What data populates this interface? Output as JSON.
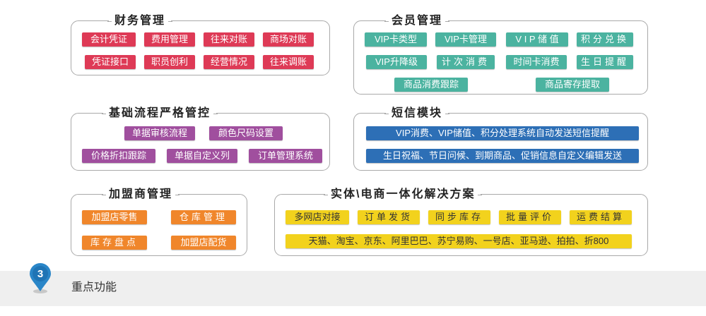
{
  "finance": {
    "title": "财务管理",
    "items": [
      "会计凭证",
      "费用管理",
      "往来对账",
      "商场对账",
      "凭证接口",
      "职员创利",
      "经营情况",
      "往来调账"
    ]
  },
  "member": {
    "title": "会员管理",
    "items": [
      "VIP卡类型",
      "VIP卡管理",
      "V I P 储 值",
      "积分兑换",
      "VIP升降级",
      "计次消费",
      "时间卡消费",
      "生日提醒",
      "商品消费跟踪",
      "商品寄存提取"
    ]
  },
  "basic": {
    "title": "基础流程严格管控",
    "items": [
      "单据审核流程",
      "颜色尺码设置",
      "价格折扣跟踪",
      "单据自定义列",
      "订单管理系统"
    ]
  },
  "sms": {
    "title": "短信模块",
    "items": [
      "VIP消费、VIP储值、积分处理系统自动发送短信提醒",
      "生日祝福、节日问候、到期商品、促销信息自定义编辑发送"
    ]
  },
  "franchise": {
    "title": "加盟商管理",
    "items": [
      "加盟店零售",
      "仓库管理",
      "库存盘点",
      "加盟店配货"
    ]
  },
  "ecommerce": {
    "title": "实体\\电商一体化解决方案",
    "items": [
      "多网店对接",
      "订单发货",
      "同步库存",
      "批量评价",
      "运费结算",
      "天猫、淘宝、京东、阿里巴巴、苏宁易购、一号店、亚马逊、拍拍、折800"
    ]
  },
  "footer": {
    "step": "3",
    "label": "重点功能"
  }
}
